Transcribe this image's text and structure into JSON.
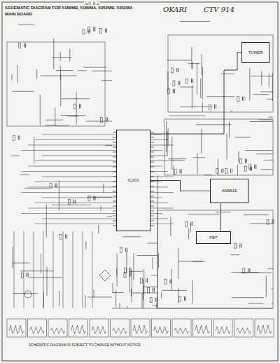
{
  "diagram": {
    "title": "SCHEMATIC DIAGRAM FOR 5180MB, 5180MA, 5352MB, 5352MA",
    "caption": "SCHEMATIC DIAGRAM IS SUBJECT TO CHANGE WITHOUT NOTICE",
    "nodes": [
      {
        "text": [
          "IC201"
        ]
      },
      {
        "text": [
          "AN5515"
        ]
      },
      {
        "text": [
          "TUNER"
        ]
      },
      {
        "text": [
          "FBT"
        ]
      }
    ],
    "edges": [
      {
        "from": 2,
        "to": 0,
        "arrow": "none"
      },
      {
        "from": 0,
        "to": 1,
        "arrow": "none"
      },
      {
        "from": 1,
        "to": 3,
        "arrow": "none"
      }
    ],
    "labels": [
      "MAIN BOARD",
      "OKARI",
      "CTV 914",
      "5/1 8.5"
    ]
  }
}
